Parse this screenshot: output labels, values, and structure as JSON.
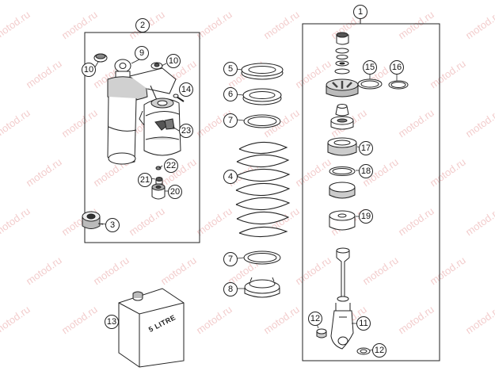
{
  "watermark": "motod.ru",
  "can_label": "5 LITRE",
  "callouts": {
    "c1": "1",
    "c2": "2",
    "c3": "3",
    "c4": "4",
    "c5": "5",
    "c6": "6",
    "c7a": "7",
    "c7b": "7",
    "c8": "8",
    "c9": "9",
    "c10a": "10",
    "c10b": "10",
    "c11": "11",
    "c12a": "12",
    "c12b": "12",
    "c13": "13",
    "c14": "14",
    "c15": "15",
    "c16": "16",
    "c17": "17",
    "c18": "18",
    "c19": "19",
    "c20": "20",
    "c21": "21",
    "c22": "22",
    "c23": "23"
  },
  "colors": {
    "line": "#222222",
    "watermark": "#e9a4a4",
    "shade": "#bdbdbd"
  }
}
